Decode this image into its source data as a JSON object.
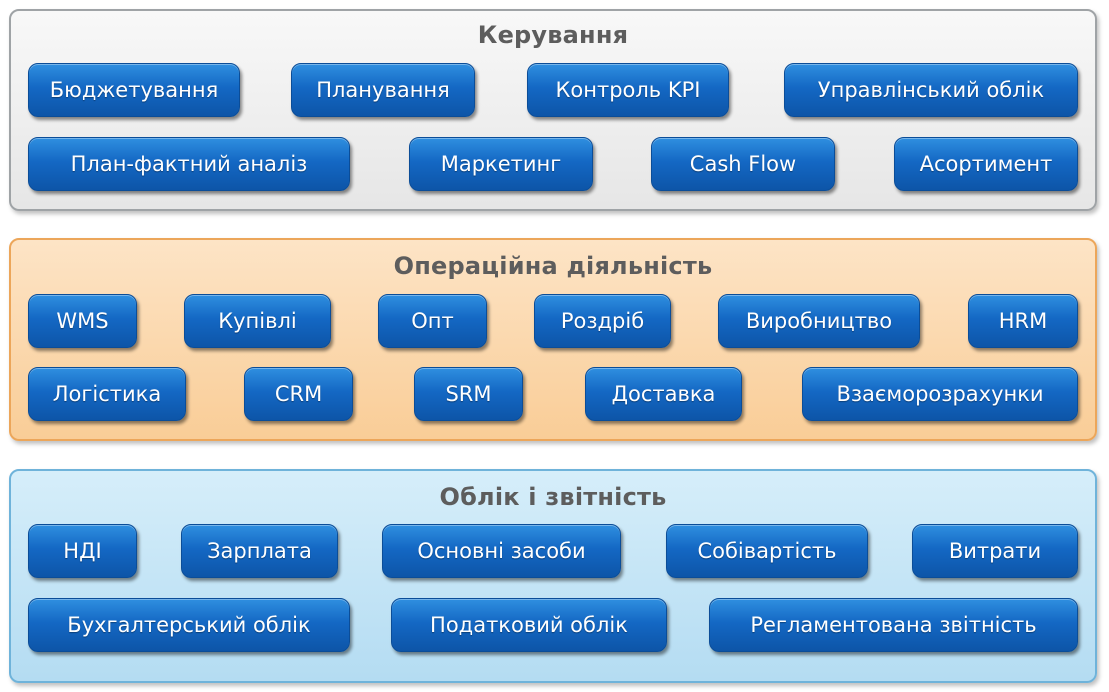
{
  "sections": [
    {
      "title": "Керування",
      "row1": [
        "Бюджетування",
        "Планування",
        "Контроль KPI",
        "Управлінський облік"
      ],
      "row2": [
        "План-фактний аналіз",
        "Маркетинг",
        "Cash Flow",
        "Асортимент"
      ]
    },
    {
      "title": "Операційна діяльність",
      "row1": [
        "WMS",
        "Купівлі",
        "Опт",
        "Роздріб",
        "Виробництво",
        "HRM"
      ],
      "row2": [
        "Логістика",
        "CRM",
        "SRM",
        "Доставка",
        "Взаєморозрахунки"
      ]
    },
    {
      "title": "Облік і звітність",
      "row1": [
        "НДІ",
        "Зарплата",
        "Основні засоби",
        "Собівартість",
        "Витрати"
      ],
      "row2": [
        "Бухгалтерський облік",
        "Податковий облік",
        "Регламентована звітність"
      ]
    }
  ],
  "colors": {
    "button": "#1468c4",
    "panel_gray": "#e6e6e6",
    "panel_orange": "#f9cd97",
    "panel_blue": "#b4dcf2",
    "title_text": "#5d5d5d"
  }
}
